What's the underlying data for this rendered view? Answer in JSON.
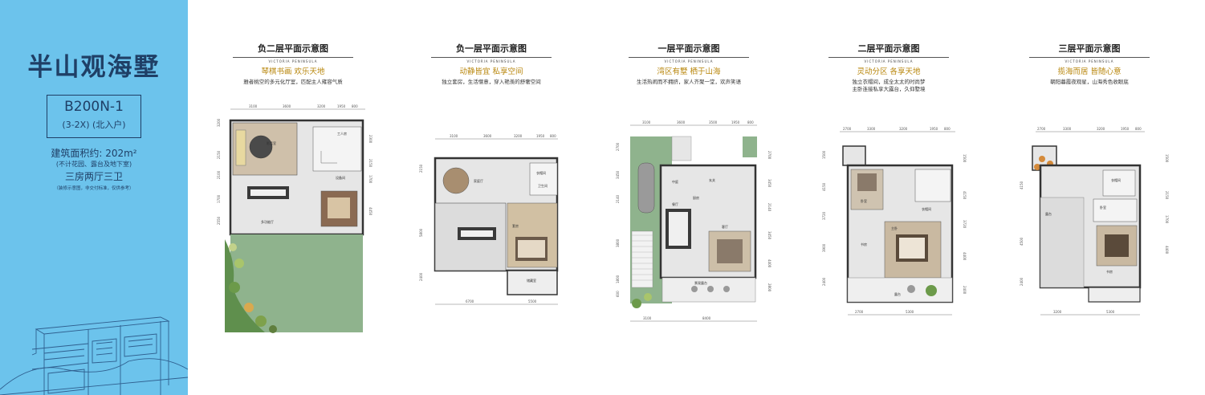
{
  "sidebar": {
    "title": "半山观海墅",
    "model_code": "B200N-1",
    "model_sub": "(3-2X) (北入户)",
    "area": "建筑面积约: 202m²",
    "area_note": "(不计花园、露台及地下室)",
    "rooms": "三房两厅三卫",
    "disclaimer": "（装修示意图，非交付标准，仅供参考）"
  },
  "brand": "VICTORIA PENINSULA",
  "floors": [
    {
      "title": "负二层平面示意图",
      "tagline": "琴棋书画  欢乐天地",
      "description": [
        "雅者桃空的多元化厅室，匹配主人雍容气质"
      ],
      "dims_top": [
        "3100",
        "3600",
        "3200",
        "1950",
        "800"
      ],
      "dims_right": [
        "2300",
        "2150",
        "1700",
        "4450"
      ],
      "dims_left": [
        "3200",
        "2150",
        "2100",
        "1700",
        "2550"
      ],
      "rooms": [
        "影音室",
        "多功能厅",
        "工人房",
        "设备间"
      ]
    },
    {
      "title": "负一层平面示意图",
      "tagline": "动静皆宜  私享空间",
      "description": [
        "独立套房，生活惬意，穿入艳羡的舒奢空间"
      ],
      "dims_top": [
        "3100",
        "3600",
        "3200",
        "1950",
        "800"
      ],
      "dims_left": [
        "2150",
        "5800",
        "2400"
      ],
      "dims_bottom": [
        "6700",
        "5500"
      ],
      "rooms": [
        "家庭厅",
        "套房",
        "衣帽间",
        "储藏室",
        "卫生间"
      ]
    },
    {
      "title": "一层平面示意图",
      "tagline": "湾区有墅  栖于山海",
      "description": [
        "生活热闹而不拥挤，家人齐聚一堂，欢声笑语"
      ],
      "dims_top": [
        "3100",
        "3600",
        "3500",
        "1950",
        "800"
      ],
      "dims_left": [
        "2700",
        "3450",
        "2140",
        "3800",
        "1800",
        "600"
      ],
      "dims_right": [
        "2700",
        "3450",
        "2140",
        "3450",
        "4400",
        "2800"
      ],
      "dims_bottom": [
        "3100",
        "8400"
      ],
      "rooms": [
        "中庭",
        "餐厅",
        "客厅",
        "厨房",
        "玄关",
        "景观露台"
      ]
    },
    {
      "title": "二层平面示意图",
      "tagline": "灵动分区  各享天地",
      "description": [
        "独立衣帽间，成全太太的时尚梦",
        "主卧连接私享大露台，久仰墅境"
      ],
      "dims_top": [
        "2700",
        "3300",
        "3200",
        "1950",
        "800"
      ],
      "dims_left": [
        "1500",
        "4150",
        "3720",
        "3900",
        "2400"
      ],
      "dims_right": [
        "1500",
        "4150",
        "3720",
        "4400",
        "2400"
      ],
      "dims_bottom": [
        "2700",
        "5300"
      ],
      "rooms": [
        "卧室",
        "主卧",
        "衣帽间",
        "露台",
        "书房"
      ]
    },
    {
      "title": "三层平面示意图",
      "tagline": "揽海而居  皆随心意",
      "description": [
        "朝阳暮霞夜观星，山海秀色收眼底"
      ],
      "dims_top": [
        "2700",
        "3300",
        "3200",
        "1950",
        "800"
      ],
      "dims_left": [
        "4150",
        "4500",
        "2400"
      ],
      "dims_right": [
        "1500",
        "2150",
        "1700",
        "4400"
      ],
      "dims_bottom": [
        "3200",
        "5300"
      ],
      "rooms": [
        "露台",
        "卧室",
        "书房",
        "衣帽间"
      ]
    }
  ],
  "colors": {
    "sidebar": "#6cc3ec",
    "navy": "#1f3f66",
    "gold": "#b8860b",
    "lawn": "#8fb38d",
    "floor_tile": "#e6e6e6"
  }
}
